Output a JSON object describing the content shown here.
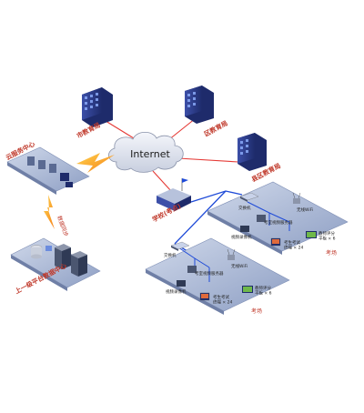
{
  "cloud": {
    "label": "Internet"
  },
  "buildings": {
    "city": "市教育局",
    "district": "区教育局",
    "county": "县区教育局",
    "school": "学校(考点)"
  },
  "cloud_center": {
    "label": "云服务中心"
  },
  "data_center": {
    "label": "上一级平台数据中心"
  },
  "link_label": "数据同步",
  "exam_rooms": [
    {
      "label": "考场",
      "switch": "交换机",
      "wifi": "无线WiFi",
      "server": "考室视频服务器",
      "recorder": "视频录像机",
      "student_terminal": "考生考试\n终端 × 24",
      "teacher_tablet": "教师评分\n平板 × 6"
    },
    {
      "label": "考场",
      "switch": "交换机",
      "wifi": "无线WiFi",
      "server": "考室视频服务器",
      "recorder": "视频录像机",
      "student_terminal": "考生考试\n终端 × 24",
      "teacher_tablet": "教师评分\n平板 × 6"
    }
  ],
  "colors": {
    "red_link": "#e53935",
    "blue_link": "#1f4bd8",
    "building": "#2c3e8c",
    "platform": "#9aa9c8",
    "platform_light": "#c4cde0"
  }
}
